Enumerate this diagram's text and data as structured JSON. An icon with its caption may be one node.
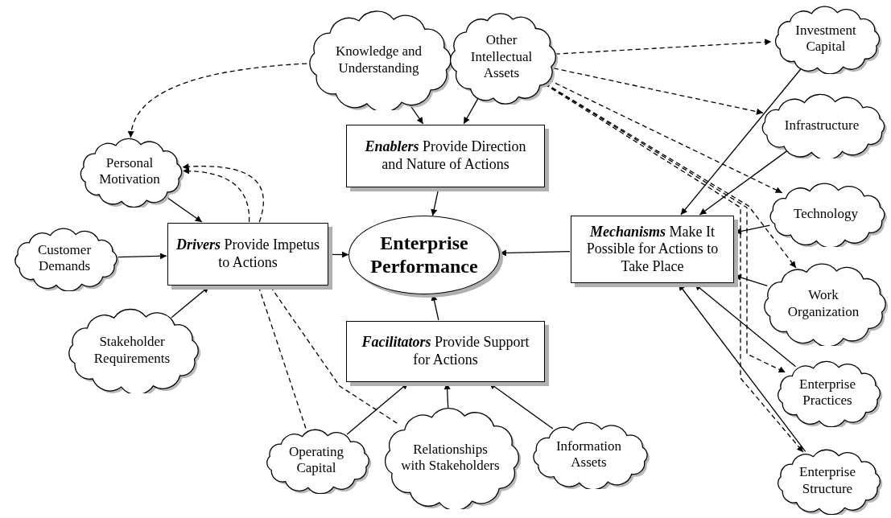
{
  "diagram": {
    "nodes": [
      {
        "text": [
          "Knowledge and Understanding"
        ]
      },
      {
        "text": [
          "Other Intellectual Assets"
        ]
      },
      {
        "text": [
          "Investment Capital"
        ]
      },
      {
        "text": [
          "Personal Motivation"
        ]
      },
      {
        "text": [
          "**Enablers** Provide Direction and Nature of Actions"
        ]
      },
      {
        "text": [
          "Infrastructure"
        ]
      },
      {
        "text": [
          "Customer Demands"
        ]
      },
      {
        "text": [
          "**Drivers** Provide Impetus to Actions"
        ]
      },
      {
        "text": [
          "Enterprise Performance"
        ]
      },
      {
        "text": [
          "**Mechanisms** Make It Possible for Actions to Take Place"
        ]
      },
      {
        "text": [
          "Technology"
        ]
      },
      {
        "text": [
          "Work Organization"
        ]
      },
      {
        "text": [
          "Stakeholder Requirements"
        ]
      },
      {
        "text": [
          "**Facilitators** Provide Support for Actions"
        ]
      },
      {
        "text": [
          "Operating Capital"
        ]
      },
      {
        "text": [
          "Relationships with Stakeholders"
        ]
      },
      {
        "text": [
          "Information Assets"
        ]
      },
      {
        "text": [
          "Enterprise Practices"
        ]
      },
      {
        "text": [
          "Enterprise Structure"
        ]
      }
    ],
    "edges": [
      {
        "from": 0,
        "to": 3,
        "arrow": "to",
        "style": "dashed"
      },
      {
        "from": 0,
        "to": 4,
        "arrow": "to"
      },
      {
        "from": 1,
        "to": 4,
        "arrow": "to"
      },
      {
        "from": 4,
        "to": 8,
        "arrow": "to"
      },
      {
        "from": 3,
        "to": 7,
        "arrow": "to"
      },
      {
        "from": 6,
        "to": 7,
        "arrow": "to"
      },
      {
        "from": 12,
        "to": 7,
        "arrow": "to"
      },
      {
        "from": 7,
        "to": 3,
        "arrow": "to",
        "style": "dashed"
      },
      {
        "from": 7,
        "to": 3,
        "arrow": "to",
        "style": "dashed"
      },
      {
        "from": 7,
        "to": 8,
        "arrow": "to"
      },
      {
        "from": 9,
        "to": 8,
        "arrow": "to"
      },
      {
        "from": 13,
        "to": 8,
        "arrow": "to"
      },
      {
        "from": 14,
        "to": 13,
        "arrow": "to"
      },
      {
        "from": 15,
        "to": 13,
        "arrow": "to"
      },
      {
        "from": 16,
        "to": 13,
        "arrow": "to"
      },
      {
        "from": 7,
        "to": 14,
        "arrow": "none",
        "style": "dashed"
      },
      {
        "from": 7,
        "to": 15,
        "arrow": "none",
        "style": "dashed"
      },
      {
        "from": 1,
        "to": 2,
        "arrow": "to",
        "style": "dashed"
      },
      {
        "from": 1,
        "to": 5,
        "arrow": "to",
        "style": "dashed"
      },
      {
        "from": 1,
        "to": 10,
        "arrow": "to",
        "style": "dashed"
      },
      {
        "from": 1,
        "to": 11,
        "arrow": "to",
        "style": "dashed"
      },
      {
        "from": 1,
        "to": 17,
        "arrow": "to",
        "style": "dashed"
      },
      {
        "from": 1,
        "to": 18,
        "arrow": "to",
        "style": "dashed"
      },
      {
        "from": 2,
        "to": 9,
        "arrow": "to"
      },
      {
        "from": 5,
        "to": 9,
        "arrow": "to"
      },
      {
        "from": 10,
        "to": 9,
        "arrow": "to"
      },
      {
        "from": 11,
        "to": 9,
        "arrow": "to"
      },
      {
        "from": 17,
        "to": 9,
        "arrow": "to"
      },
      {
        "from": 18,
        "to": 9,
        "arrow": "to"
      }
    ]
  }
}
